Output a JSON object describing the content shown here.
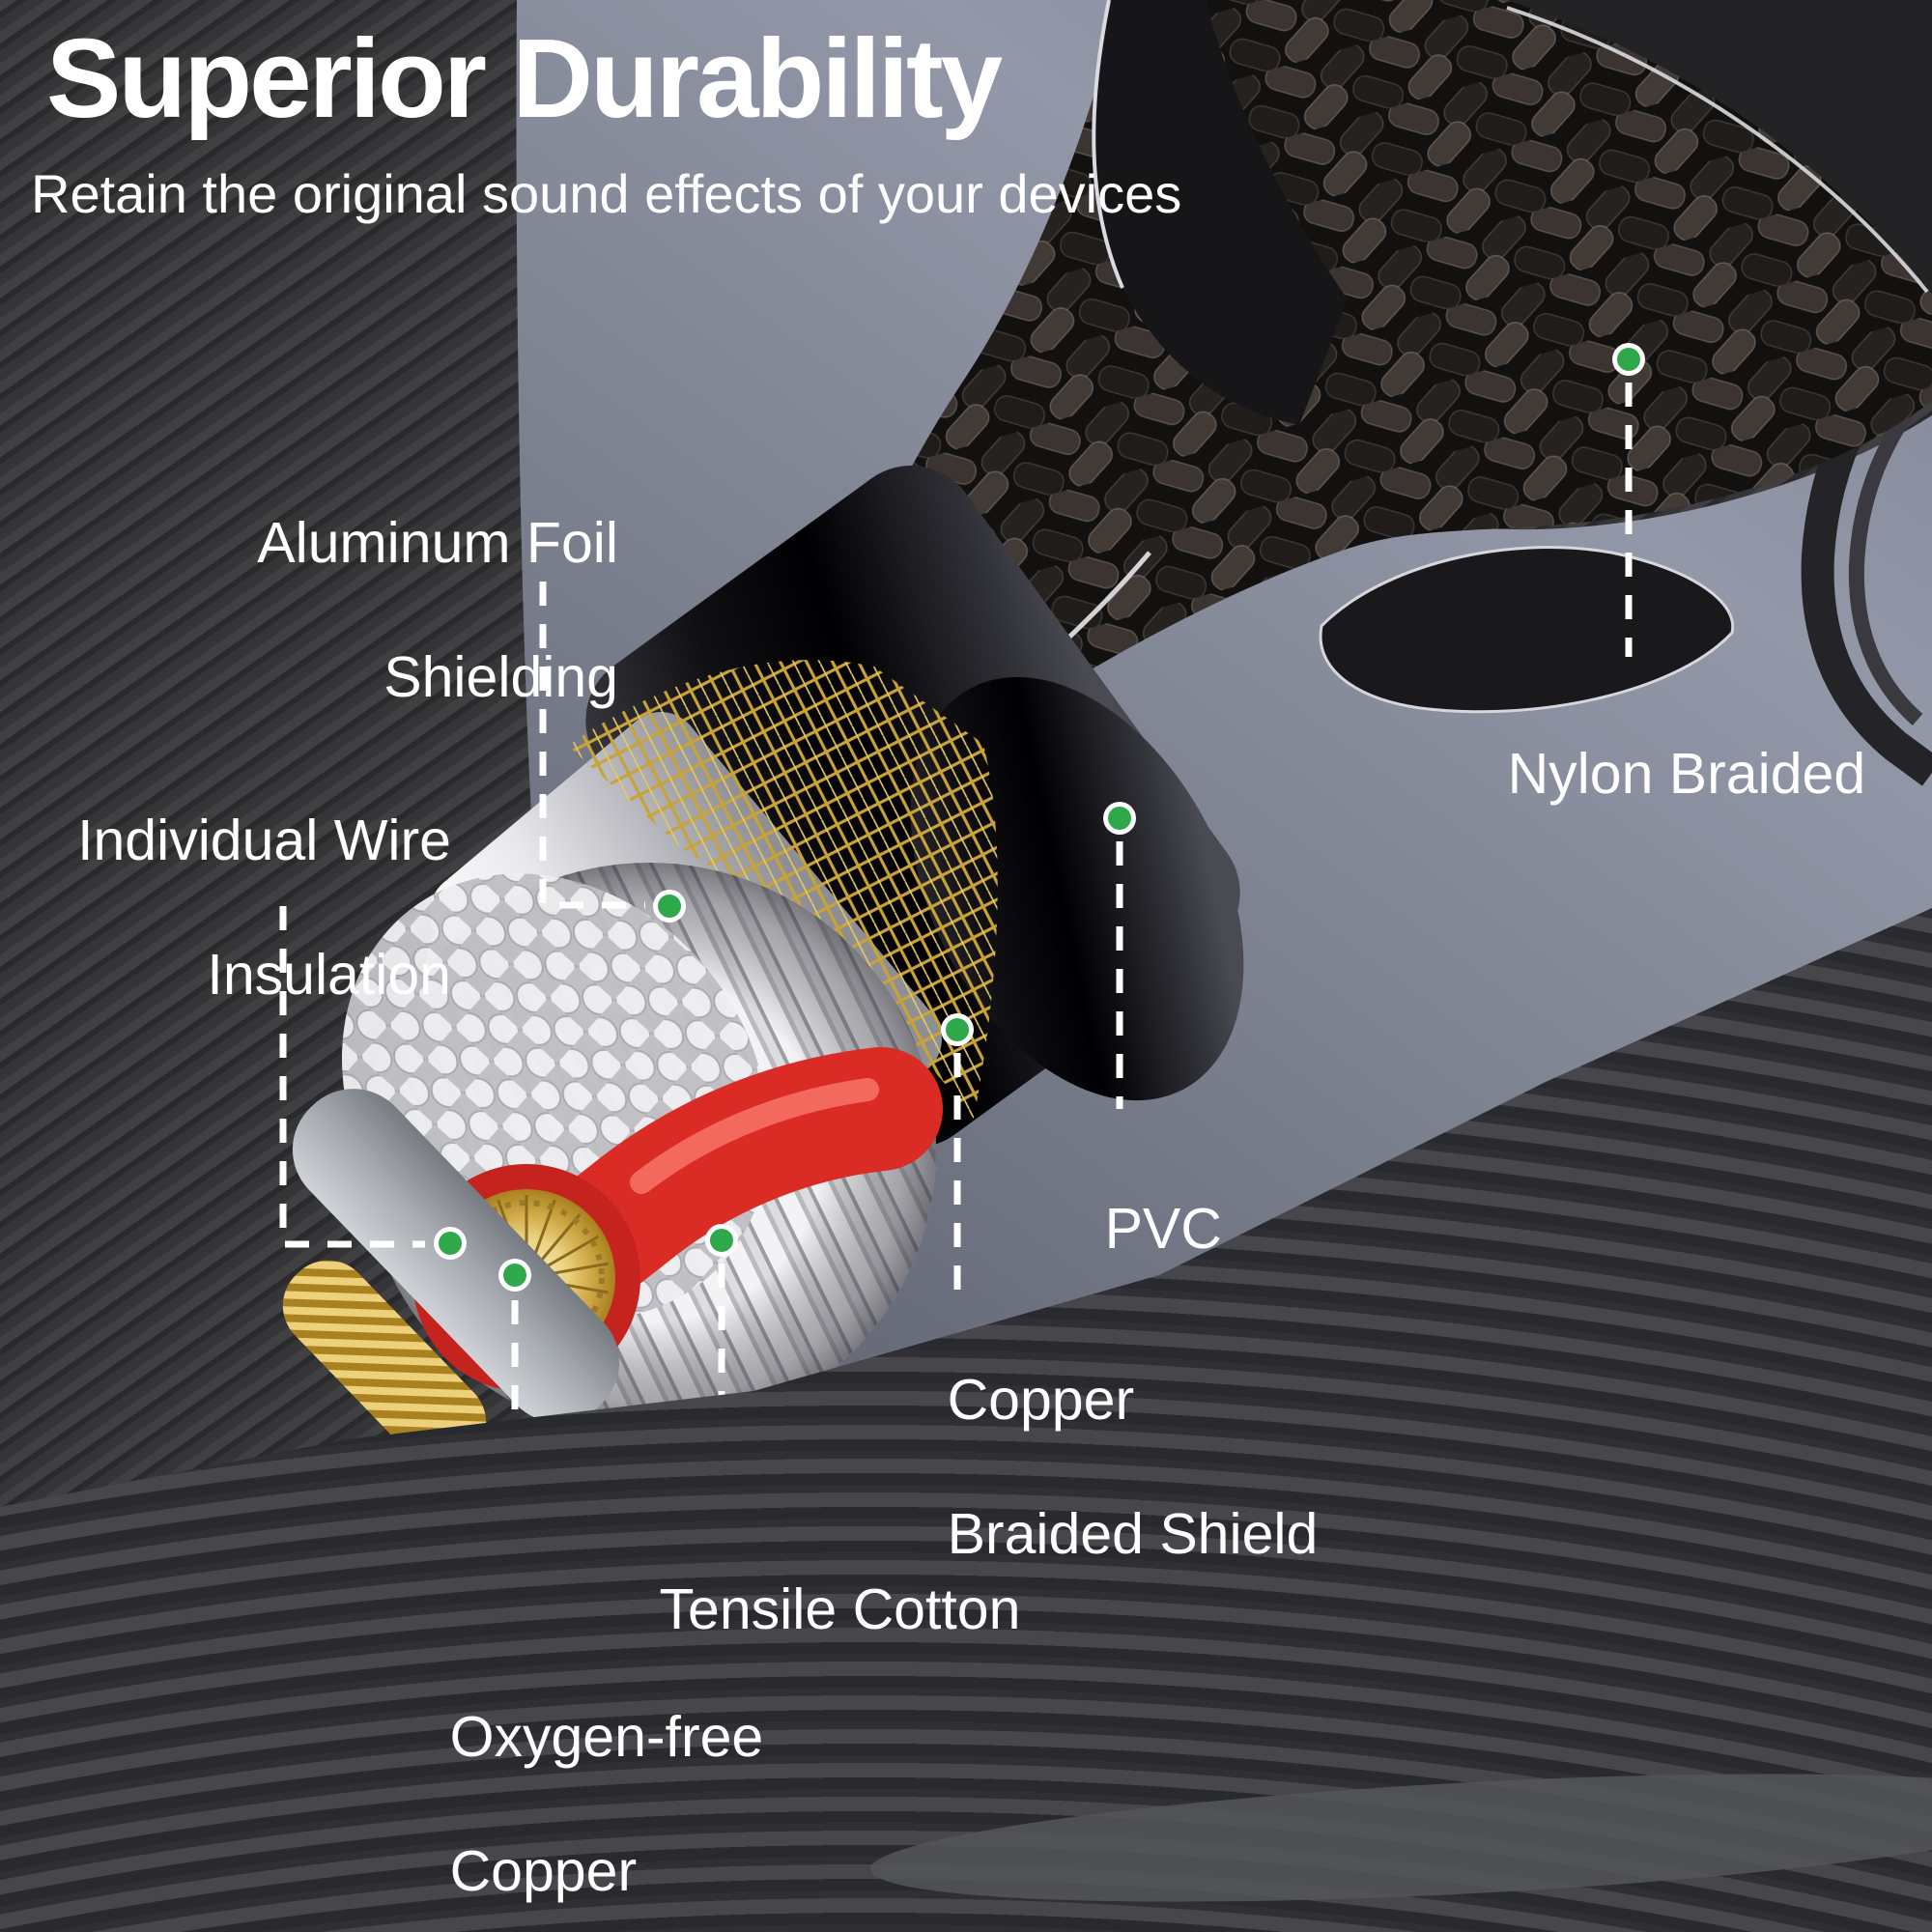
{
  "header": {
    "title": "Superior Durability",
    "subtitle": "Retain the original sound effects of your devices"
  },
  "callouts": {
    "aluminum_foil": {
      "line1": "Aluminum Foil",
      "line2": "Shielding"
    },
    "individual_wire": {
      "line1": "Individual Wire",
      "line2": "Insulation"
    },
    "nylon_braided": {
      "label": "Nylon Braided"
    },
    "pvc": {
      "label": "PVC"
    },
    "copper_braided": {
      "line1": "Copper",
      "line2": "Braided Shield"
    },
    "tensile_cotton": {
      "label": "Tensile Cotton"
    },
    "oxygen_free": {
      "line1": "Oxygen-free",
      "line2": "Copper"
    }
  },
  "colors": {
    "marker_green": "#2fa84c",
    "marker_ring": "#ffffff",
    "text": "#ffffff",
    "copper_gold": "#c9a238",
    "red_wire": "#da2c25"
  }
}
